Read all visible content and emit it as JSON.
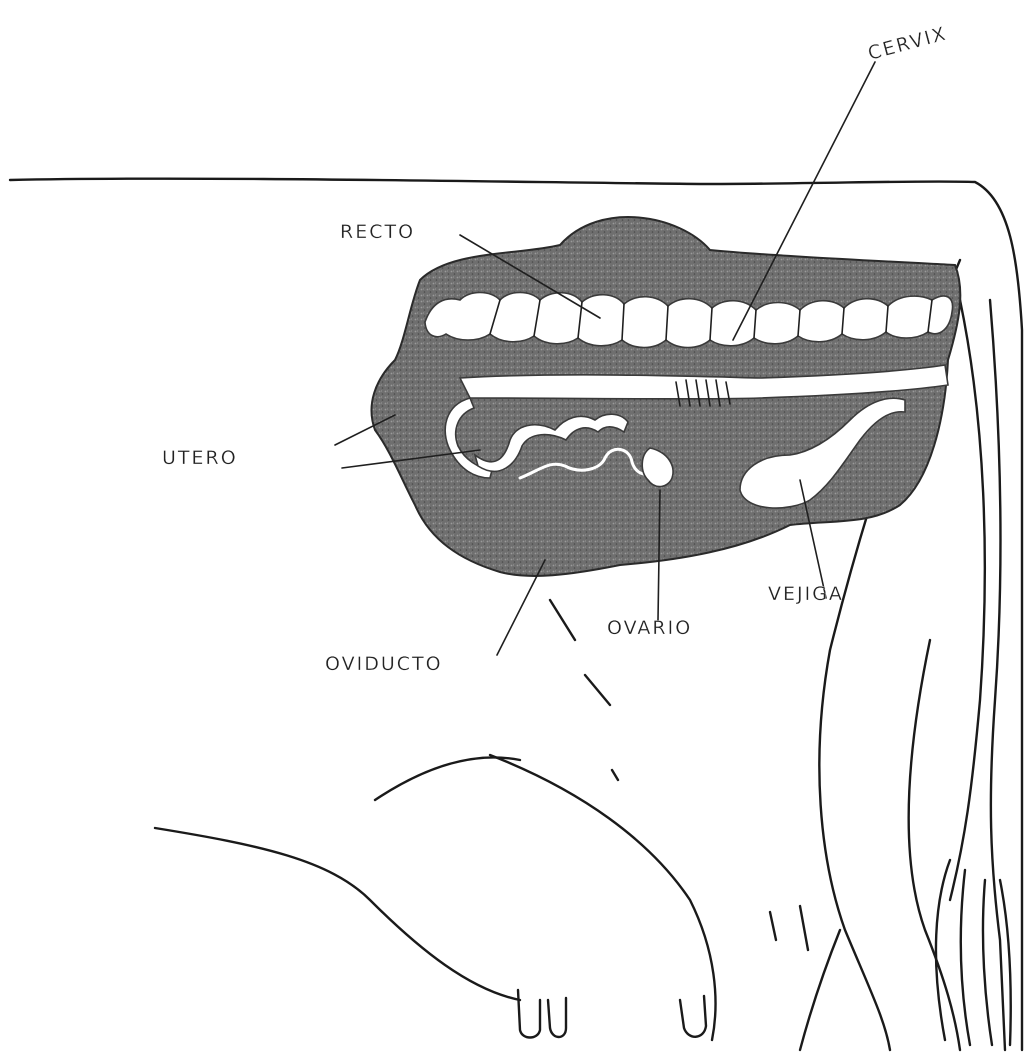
{
  "figure": {
    "labels": {
      "cervix": "CERVIX",
      "recto": "RECTO",
      "utero": "UTERO",
      "oviducto": "OVIDUCTO",
      "ovario": "OVARIO",
      "vejiga": "VEJIGA"
    },
    "colors": {
      "ink": "#1a1a1a",
      "organ_fill": "#6f6f6f",
      "paper": "#ffffff"
    }
  }
}
